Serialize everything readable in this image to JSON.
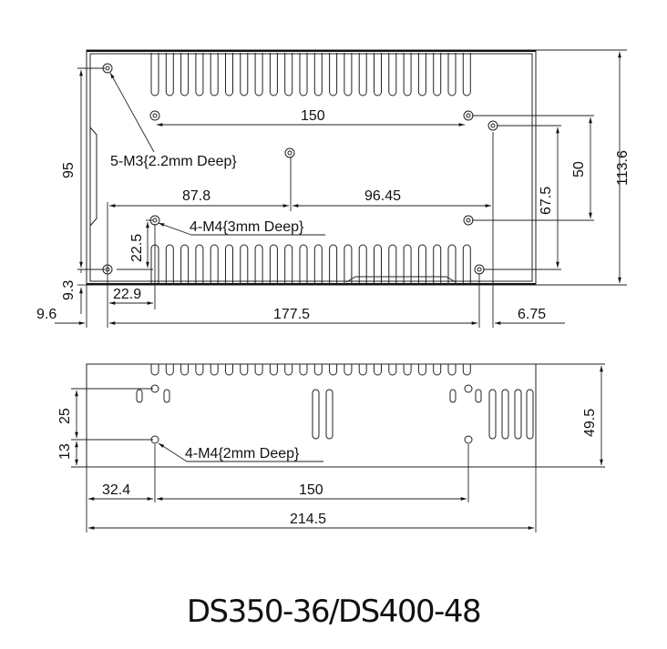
{
  "title": "DS350-36/DS400-48",
  "top_view": {
    "dims": {
      "d150": "150",
      "d95": "95",
      "d113_6": "113.6",
      "d50": "50",
      "d67_5": "67.5",
      "d87_8": "87.8",
      "d96_45": "96.45",
      "d22_5": "22.5",
      "d9_3": "9.3",
      "d22_9": "22.9",
      "d9_6": "9.6",
      "d177_5": "177.5",
      "d6_75": "6.75"
    },
    "notes": {
      "m3": "5-M3{2.2mm Deep}",
      "m4": "4-M4{3mm Deep}"
    }
  },
  "side_view": {
    "dims": {
      "d25": "25",
      "d13": "13",
      "d49_5": "49.5",
      "d32_4": "32.4",
      "d150": "150",
      "d214_5": "214.5"
    },
    "notes": {
      "m4": "4-M4{2mm Deep}"
    }
  }
}
